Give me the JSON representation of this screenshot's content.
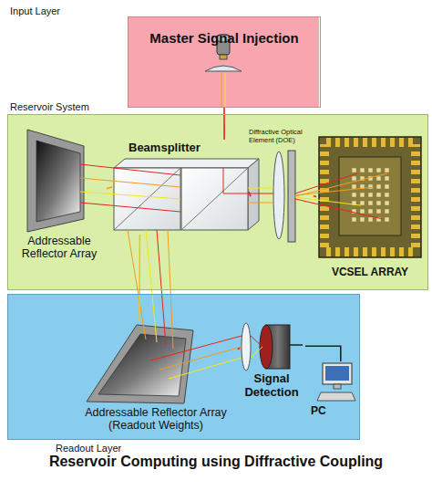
{
  "diagram": {
    "caption": "Reservoir Computing using Diffractive Coupling",
    "nodes": [
      {
        "text": [
          "Input Layer",
          "Master Signal Injection"
        ]
      },
      {
        "text": [
          "Reservoir System"
        ]
      },
      {
        "text": [
          "Readout Layer"
        ]
      },
      {
        "text": [
          "Addressable Reflector Array"
        ],
        "in": 1
      },
      {
        "text": [
          "Beamsplitter"
        ],
        "in": 1
      },
      {
        "text": [
          "Diffractive Optical Element (DOE)"
        ],
        "in": 1
      },
      {
        "text": [
          "VCSEL ARRAY"
        ],
        "in": 1
      },
      {
        "text": [
          "Addressable Reflector Array (Readout Weights)"
        ],
        "in": 2
      },
      {
        "text": [
          "Signal Detection"
        ],
        "in": 2
      },
      {
        "text": [
          "PC"
        ],
        "in": 2
      }
    ],
    "edges": [
      {
        "from": 0,
        "to": 4,
        "arrow": "none"
      },
      {
        "from": 3,
        "to": 4,
        "arrow": "none"
      },
      {
        "from": 4,
        "to": 5,
        "arrow": "none"
      },
      {
        "from": 5,
        "to": 6,
        "arrow": "none"
      },
      {
        "from": 4,
        "to": 7,
        "arrow": "none"
      },
      {
        "from": 7,
        "to": 8,
        "arrow": "none"
      },
      {
        "from": 8,
        "to": 9,
        "arrow": "none"
      }
    ]
  }
}
